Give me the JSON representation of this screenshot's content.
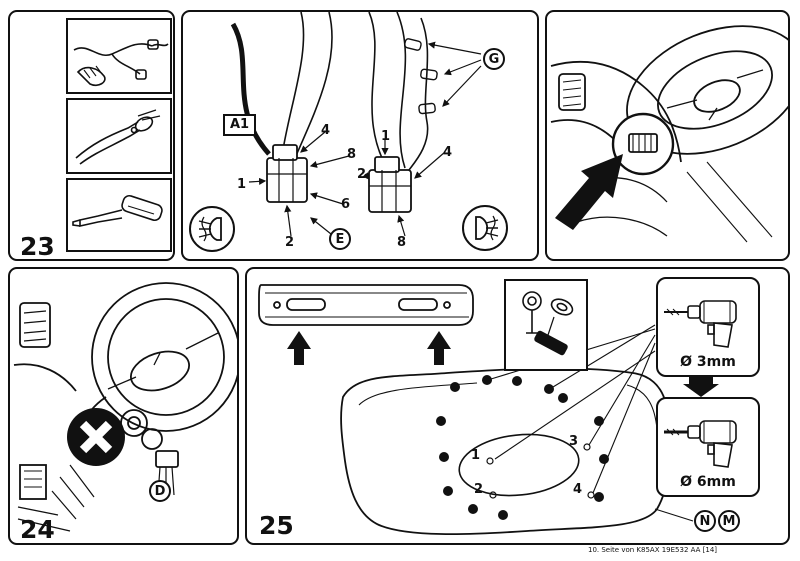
{
  "steps": {
    "s23": "23",
    "s24": "24",
    "s25": "25"
  },
  "panel23": {
    "cable_label": "A1",
    "connector_label": "E",
    "ground_label": "G",
    "left": {
      "n1": "1",
      "n2": "2",
      "n4": "4",
      "n6": "6",
      "n8": "8"
    },
    "right": {
      "n1": "1",
      "n2": "2",
      "n4": "4",
      "n8": "8"
    }
  },
  "panel24": {
    "connector_label": "D"
  },
  "panel25": {
    "drill_pilot": "Ø 3mm",
    "drill_final": "Ø 6mm",
    "holes": {
      "n1": "1",
      "n2": "2",
      "n3": "3",
      "n4": "4"
    },
    "part_n": "N",
    "part_m": "M"
  },
  "footer": {
    "text": "10. Seite von K85AX 19E532 AA [14]"
  }
}
